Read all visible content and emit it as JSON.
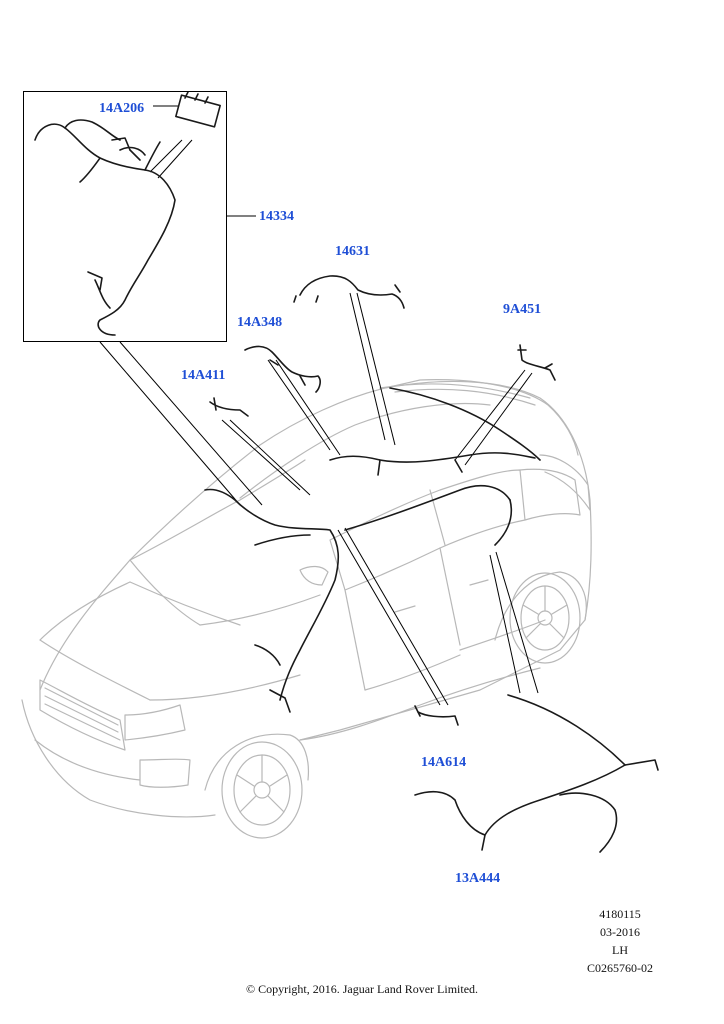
{
  "colors": {
    "callout": "#1f4fd6",
    "outline": "#b8b8b8",
    "harness": "#1a1a1a"
  },
  "callouts": {
    "p14A206": "14A206",
    "p14334": "14334",
    "p14631": "14631",
    "p9A451": "9A451",
    "p14A348": "14A348",
    "p14A411": "14A411",
    "p14A614": "14A614",
    "p13A444": "13A444"
  },
  "meta": {
    "illustration_number": "4180115",
    "date": "03-2016",
    "side": "LH",
    "reference": "C0265760-02"
  },
  "copyright": "© Copyright, 2016. Jaguar Land Rover Limited."
}
